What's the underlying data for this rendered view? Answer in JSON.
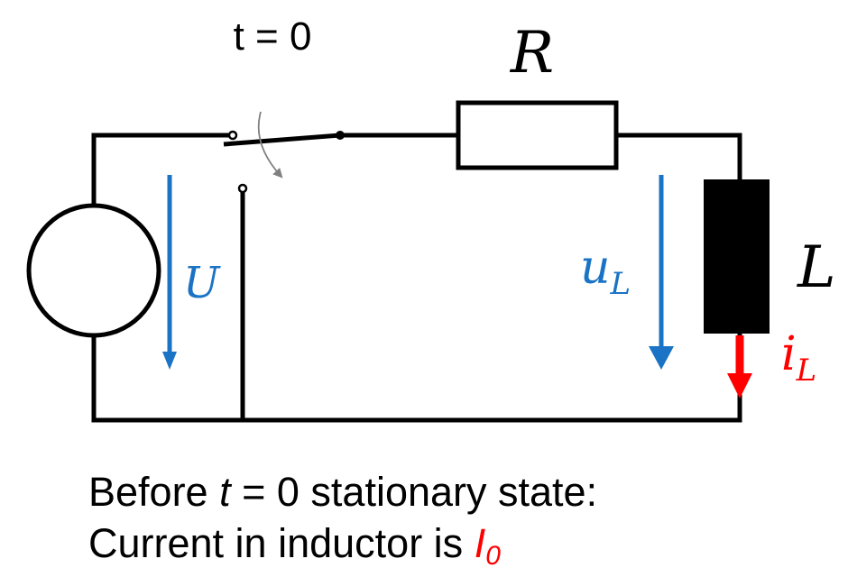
{
  "switch_label": "t = 0",
  "labels": {
    "resistor": "R",
    "inductor": "L",
    "source_voltage": "U",
    "inductor_voltage_main": "u",
    "inductor_voltage_sub": "L",
    "inductor_current_main": "i",
    "inductor_current_sub": "L"
  },
  "caption": {
    "line1_before": "Before ",
    "line1_t": "t",
    "line1_after": " = 0 stationary state:",
    "line2_text": "Current in inductor is ",
    "line2_symbol_main": "I",
    "line2_symbol_sub": "0"
  },
  "colors": {
    "wire": "#000000",
    "voltage_arrow": "#1a73c4",
    "current_arrow": "#ff0000",
    "inductor_fill": "#000000",
    "switch_pivot_arrow": "#808080"
  }
}
